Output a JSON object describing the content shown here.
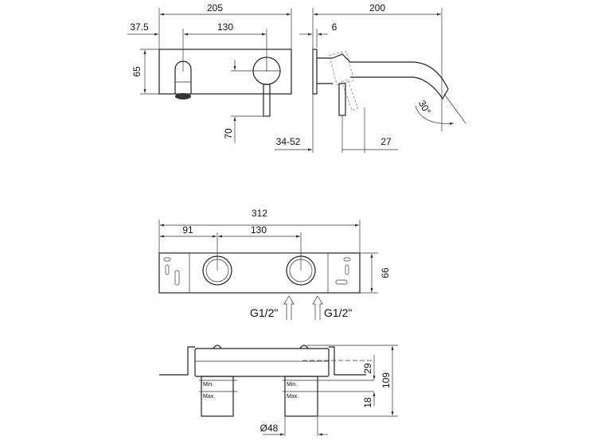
{
  "front_view": {
    "width": "205",
    "offset": "37.5",
    "spacing": "130",
    "height": "65",
    "lever_drop": "70"
  },
  "side_view": {
    "projection": "200",
    "plate_thickness": "6",
    "wall_range": "34-52",
    "lever_offset": "27",
    "angle": "30°"
  },
  "box_top_view": {
    "length": "312",
    "offset": "91",
    "spacing": "130",
    "height": "66",
    "inlet_left": "G1/2\"",
    "inlet_right": "G1/2\""
  },
  "box_side_view": {
    "min_label": "Min.",
    "max_label": "Max.",
    "dim_29": "29",
    "dim_18": "18",
    "depth": "109",
    "diameter": "Ø48"
  }
}
